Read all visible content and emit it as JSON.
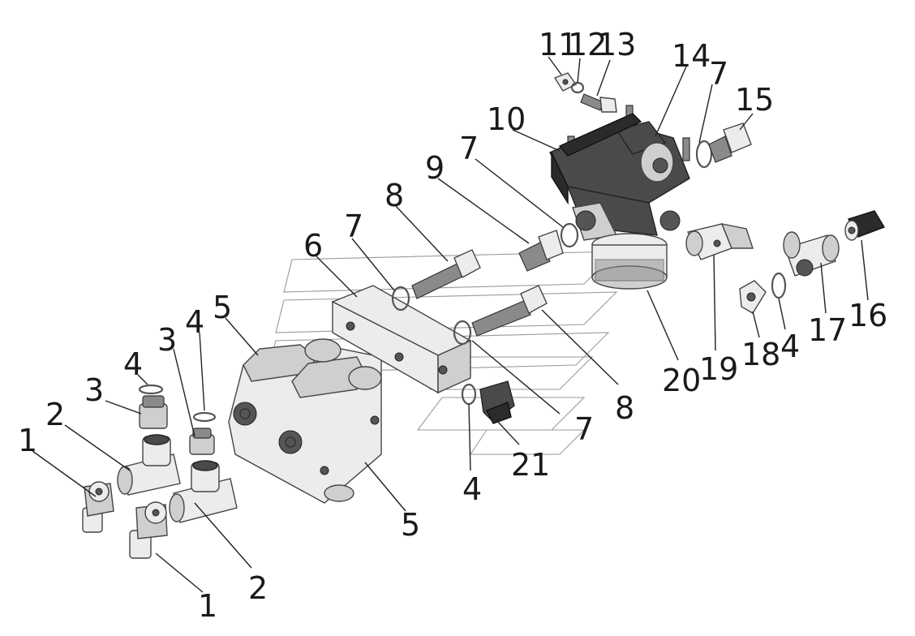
{
  "diagram": {
    "callouts": [
      {
        "id": "c1a",
        "text": "1"
      },
      {
        "id": "c1b",
        "text": "1"
      },
      {
        "id": "c2a",
        "text": "2"
      },
      {
        "id": "c2b",
        "text": "2"
      },
      {
        "id": "c3a",
        "text": "3"
      },
      {
        "id": "c3b",
        "text": "3"
      },
      {
        "id": "c4a",
        "text": "4"
      },
      {
        "id": "c4b",
        "text": "4"
      },
      {
        "id": "c4c",
        "text": "4"
      },
      {
        "id": "c4d",
        "text": "4"
      },
      {
        "id": "c5a",
        "text": "5"
      },
      {
        "id": "c5b",
        "text": "5"
      },
      {
        "id": "c6",
        "text": "6"
      },
      {
        "id": "c7a",
        "text": "7"
      },
      {
        "id": "c7b",
        "text": "7"
      },
      {
        "id": "c7c",
        "text": "7"
      },
      {
        "id": "c7d",
        "text": "7"
      },
      {
        "id": "c8a",
        "text": "8"
      },
      {
        "id": "c8b",
        "text": "8"
      },
      {
        "id": "c9",
        "text": "9"
      },
      {
        "id": "c10",
        "text": "10"
      },
      {
        "id": "c11",
        "text": "11"
      },
      {
        "id": "c12",
        "text": "12"
      },
      {
        "id": "c13",
        "text": "13"
      },
      {
        "id": "c14",
        "text": "14"
      },
      {
        "id": "c15",
        "text": "15"
      },
      {
        "id": "c16",
        "text": "16"
      },
      {
        "id": "c17",
        "text": "17"
      },
      {
        "id": "c18",
        "text": "18"
      },
      {
        "id": "c19",
        "text": "19"
      },
      {
        "id": "c20",
        "text": "20"
      },
      {
        "id": "c21",
        "text": "21"
      }
    ]
  }
}
